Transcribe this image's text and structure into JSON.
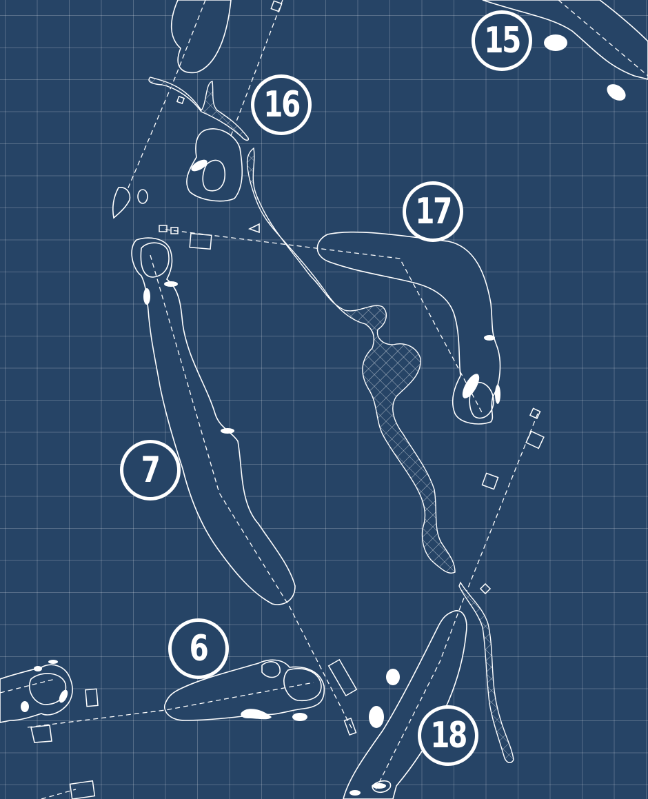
{
  "map": {
    "style": "blueprint",
    "colors": {
      "background": "#264466",
      "lines": "#ffffff",
      "grid": "rgba(255,255,255,0.22)"
    },
    "holes": [
      {
        "number": "15"
      },
      {
        "number": "16"
      },
      {
        "number": "17"
      },
      {
        "number": "7"
      },
      {
        "number": "6"
      },
      {
        "number": "18"
      }
    ]
  }
}
